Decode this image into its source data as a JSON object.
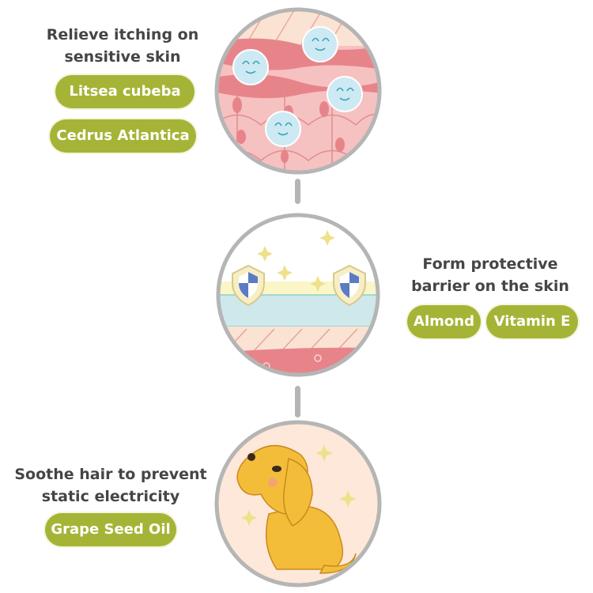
{
  "sections": [
    {
      "heading_lines": [
        "Relieve itching on",
        "sensitive skin"
      ],
      "ingredients": [
        "Litsea cubeba",
        "Cedrus Atlantica"
      ],
      "illustration": "skin-cells-with-smiling-bubbles"
    },
    {
      "heading_lines": [
        "Form protective",
        "barrier on the skin"
      ],
      "ingredients": [
        "Almond",
        "Vitamin E"
      ],
      "illustration": "skin-layers-with-shields"
    },
    {
      "heading_lines": [
        "Soothe hair to prevent",
        "static electricity"
      ],
      "ingredients": [
        "Grape Seed Oil"
      ],
      "illustration": "golden-dog-with-sparkles"
    }
  ],
  "colors": {
    "pill": "#a5b436",
    "heading": "#454545",
    "circle_border": "#b5b5b5"
  }
}
